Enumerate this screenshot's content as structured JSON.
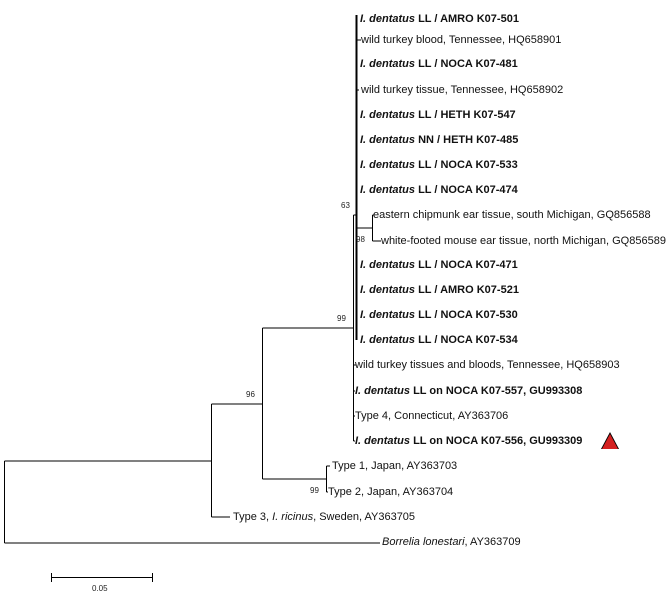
{
  "taxa": [
    {
      "id": "t1",
      "prefix": "I. dentatus",
      "rest": " LL / AMRO K07-501",
      "bold": true
    },
    {
      "id": "t2",
      "prefix": "",
      "rest": "wild turkey blood, Tennessee, HQ658901",
      "bold": false
    },
    {
      "id": "t3",
      "prefix": "I. dentatus",
      "rest": " LL / NOCA K07-481",
      "bold": true
    },
    {
      "id": "t4",
      "prefix": "",
      "rest": "wild turkey tissue, Tennessee, HQ658902",
      "bold": false
    },
    {
      "id": "t5",
      "prefix": "I. dentatus",
      "rest": " LL / HETH K07-547",
      "bold": true
    },
    {
      "id": "t6",
      "prefix": "I. dentatus",
      "rest": " NN / HETH K07-485",
      "bold": true
    },
    {
      "id": "t7",
      "prefix": "I. dentatus",
      "rest": " LL / NOCA K07-533",
      "bold": true
    },
    {
      "id": "t8",
      "prefix": "I. dentatus",
      "rest": " LL / NOCA K07-474",
      "bold": true
    },
    {
      "id": "t9",
      "prefix": "",
      "rest": "eastern chipmunk ear tissue, south Michigan, GQ856588",
      "bold": false
    },
    {
      "id": "t10",
      "prefix": "",
      "rest": "white-footed mouse ear tissue, north Michigan, GQ856589",
      "bold": false
    },
    {
      "id": "t11",
      "prefix": "I. dentatus",
      "rest": " LL / NOCA K07-471",
      "bold": true
    },
    {
      "id": "t12",
      "prefix": "I. dentatus",
      "rest": " LL / AMRO K07-521",
      "bold": true
    },
    {
      "id": "t13",
      "prefix": "I. dentatus",
      "rest": " LL / NOCA K07-530",
      "bold": true
    },
    {
      "id": "t14",
      "prefix": "I. dentatus",
      "rest": " LL / NOCA K07-534",
      "bold": true
    },
    {
      "id": "t15",
      "prefix": "",
      "rest": "wild turkey tissues and bloods, Tennessee, HQ658903",
      "bold": false
    },
    {
      "id": "t16",
      "prefix": "I. dentatus",
      "rest": " LL on NOCA K07-557, GU993308",
      "bold": true
    },
    {
      "id": "t17",
      "prefix": "",
      "rest": "Type 4, Connecticut, AY363706",
      "bold": false
    },
    {
      "id": "t18",
      "prefix": "I. dentatus",
      "rest": " LL on NOCA K07-556, GU993309",
      "bold": true
    },
    {
      "id": "t19",
      "prefix": "",
      "rest": "Type 1, Japan, AY363703",
      "bold": false
    },
    {
      "id": "t20",
      "prefix": "",
      "rest": "Type 2, Japan, AY363704",
      "bold": false
    },
    {
      "id": "t21",
      "prefix": "Type 3, ",
      "species": "I. ricinus",
      "rest": ", Sweden, AY363705",
      "bold": false
    },
    {
      "id": "t22",
      "prefix": "Borrelia lonestari",
      "rest": ", AY363709",
      "bold": false,
      "italic_prefix": true
    }
  ],
  "bootstrap": {
    "n63": "63",
    "n98": "98",
    "n99a": "99",
    "n96": "96",
    "n99b": "99"
  },
  "scale_bar": {
    "label": "0.05"
  },
  "marker": {
    "shape": "triangle",
    "color": "#d42020",
    "taxon": "t18"
  },
  "colors": {
    "branch": "#000000",
    "text": "#111111"
  }
}
